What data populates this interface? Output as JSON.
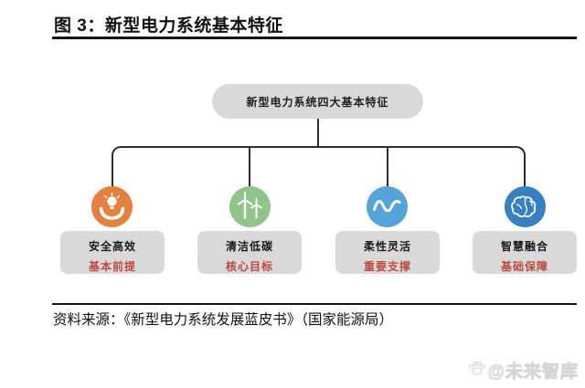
{
  "figure_header": {
    "title": "图 3：新型电力系统基本特征"
  },
  "diagram": {
    "root": {
      "label": "新型电力系统四大基本特征"
    },
    "branches": [
      {
        "name": "安全高效",
        "role": "基本前提",
        "icon": "hands-holding-bulb",
        "color": "#E2823F"
      },
      {
        "name": "清洁低碳",
        "role": "核心目标",
        "icon": "wind-turbines",
        "color": "#90C48B"
      },
      {
        "name": "柔性灵活",
        "role": "重要支撑",
        "icon": "sine-wave",
        "color": "#55A4D9"
      },
      {
        "name": "智慧融合",
        "role": "基础保障",
        "icon": "brain",
        "color": "#3780C2"
      }
    ]
  },
  "footer": {
    "source": "资料来源：《新型电力系统发展蓝皮书》（国家能源局）"
  },
  "watermark": {
    "text": "@未来智库"
  },
  "colors": {
    "accent_red": "#BD4A3E",
    "box_gray": "#D9D9D9",
    "connector_line": "#2E2E2E"
  }
}
